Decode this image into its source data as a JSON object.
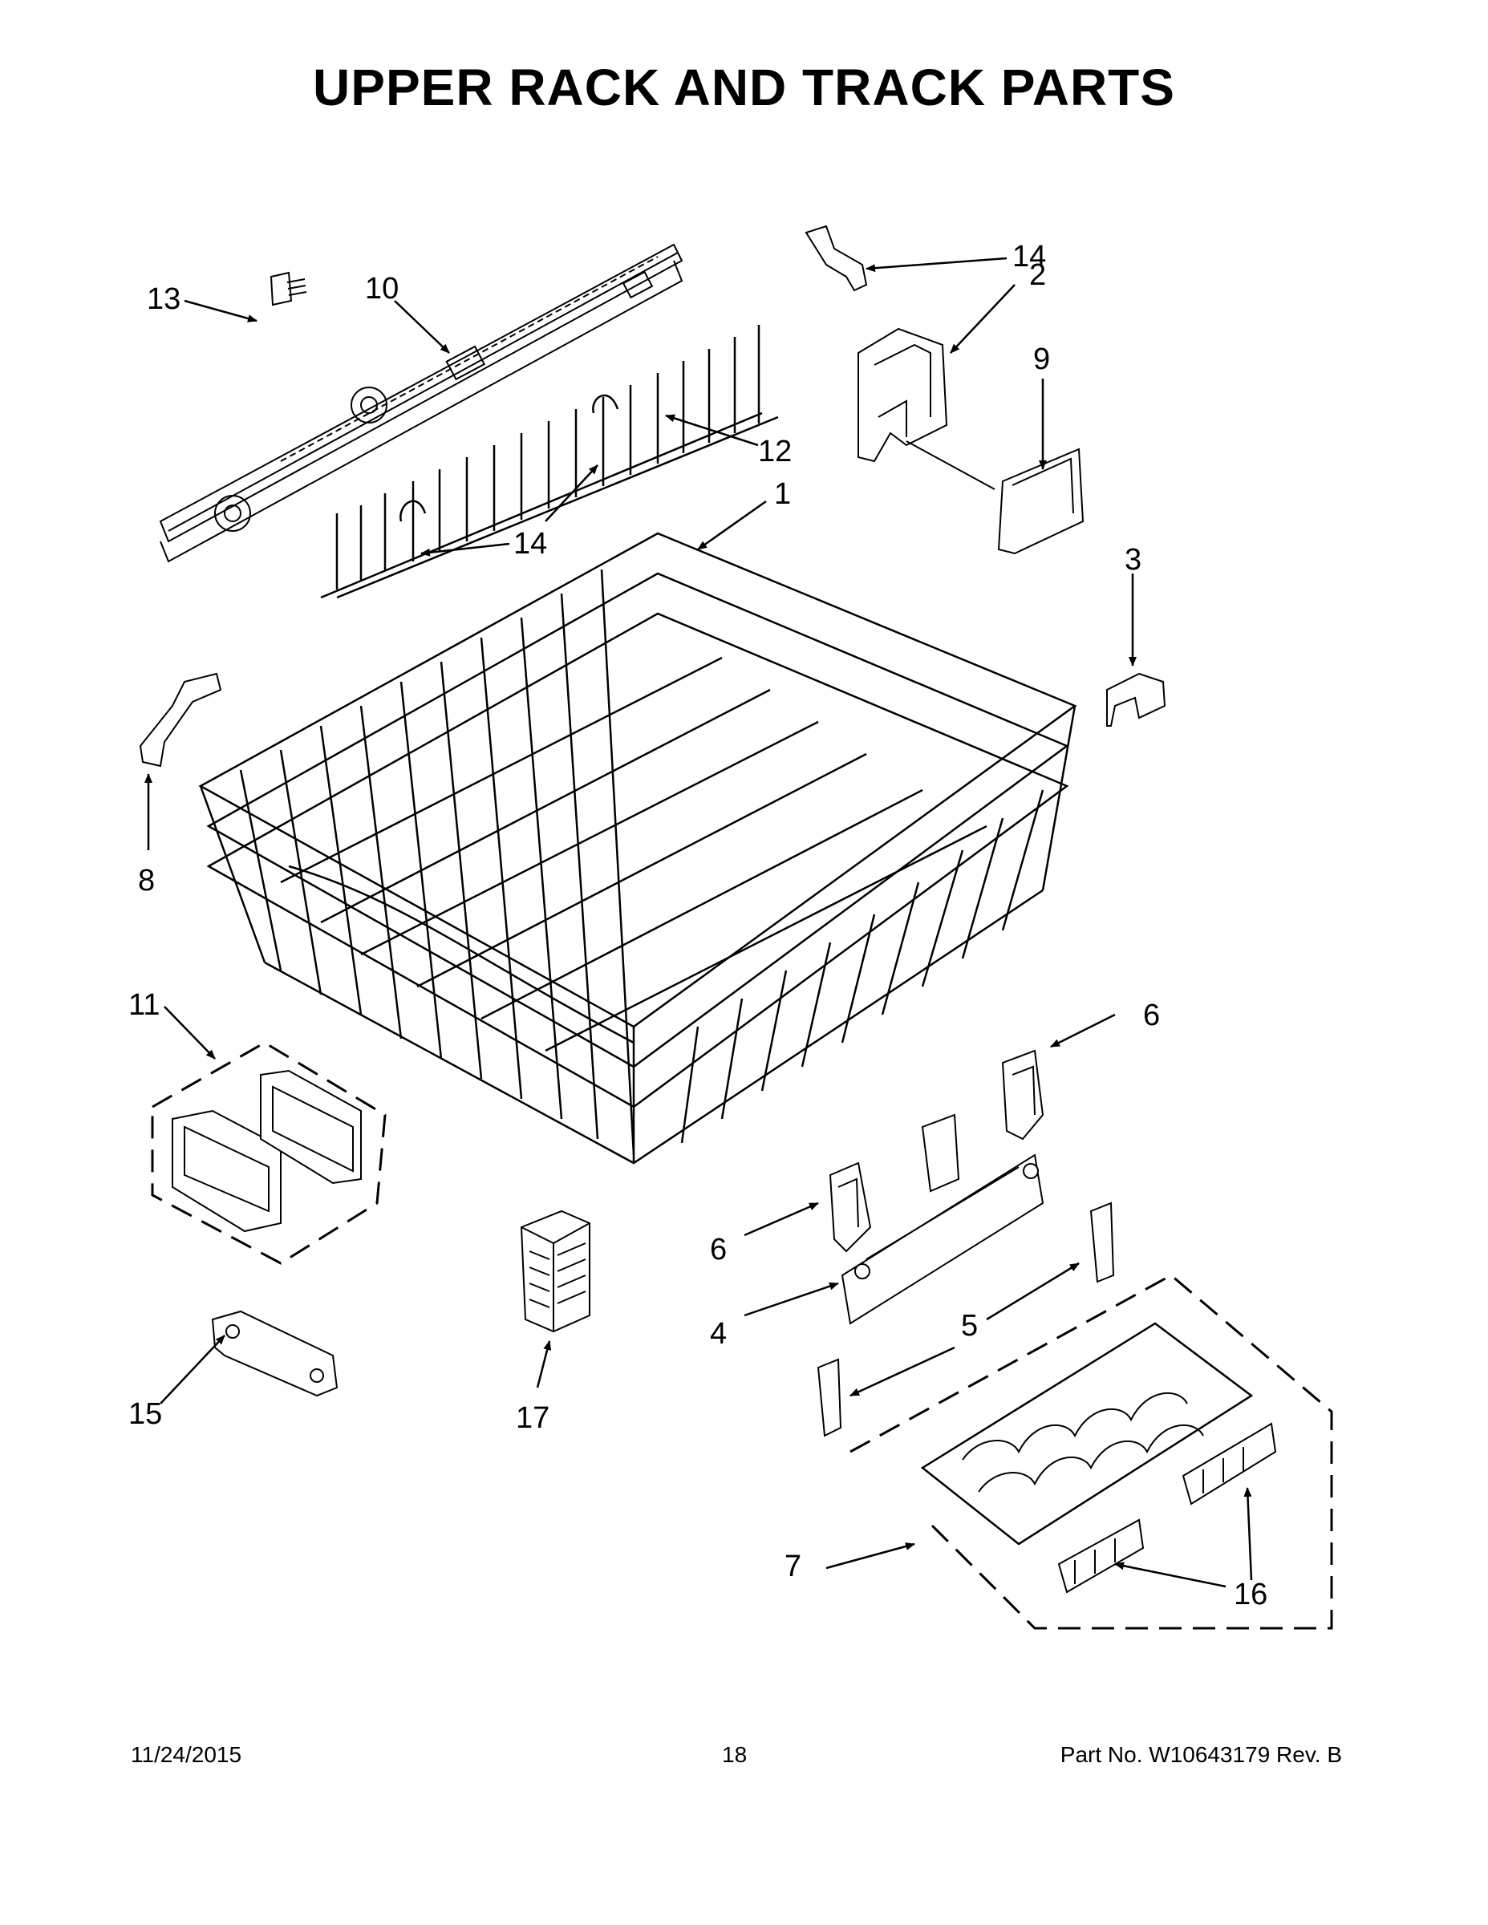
{
  "title": "UPPER RACK AND TRACK PARTS",
  "callouts": [
    "1",
    "2",
    "3",
    "4",
    "5",
    "6",
    "6",
    "7",
    "8",
    "9",
    "10",
    "11",
    "12",
    "13",
    "14",
    "14",
    "15",
    "16",
    "17"
  ],
  "footer": {
    "date": "11/24/2015",
    "page_number": "18",
    "part_number": "Part No.  W10643179  Rev.  B"
  },
  "colors": {
    "ink": "#000000",
    "paper": "#ffffff"
  }
}
